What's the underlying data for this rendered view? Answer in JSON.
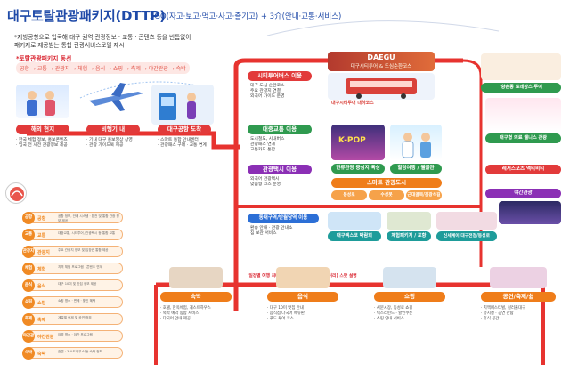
{
  "header": {
    "title": "대구토탈관광패키지(DTTP)",
    "subtitle": "5GO(자고·보고·먹고·사고·즐기고) + 3介(안내·교통·서비스)"
  },
  "intro": {
    "line1": "*지방공항으로 입국해 대구 권역 관광정보 · 교통 · 콘텐츠 등을 빈틈없이",
    "line2": "패키지로 제공받는 통합 관광서비스모델 제시",
    "route_label": "*토탈관광패키지 동선",
    "route_flow": "공항 → 교통 → 관광지 → 체험 → 음식 → 쇼핑 → 축제 → 야간관광 → 숙박"
  },
  "steps": {
    "overseas": "해외 현지",
    "airplane": "비행기 내",
    "airport": "대구공항 도착",
    "city_tour": "시티투어버스 이용",
    "public_transit": "대중교통 이용",
    "tourist_taxi": "관광택시 이용",
    "dongdaegu": "동대구역/반월당역 이용",
    "lodging": "숙박",
    "food": "음식",
    "shopping": "쇼핑",
    "performance": "공연/축제/쉼"
  },
  "center": {
    "signboard_top": "DAEGU",
    "welcome": "대구시티투어 & 도심순환코스",
    "bus_label": "대구시티투어 대하코스",
    "smart_label": "스마트 관광도시",
    "smart_items": [
      "동성로",
      "수성못",
      "근대골목/김광석길"
    ],
    "kpop": "K-POP",
    "hanryu": "한류관광 중심지 육성",
    "medical": "힐링여행 / 웰골관",
    "expo": "대구엑스코 박람회",
    "nation": "체험패키지 / 포항",
    "sinsegye": "신세계이 대구전점/동성로",
    "sns_note": "일정별 여행 최대 대구다트 SNS장 구축 (길거리) 스팟 설명"
  },
  "right": {
    "farm_tour": "'향촌동 로네상스'투어",
    "wellness": "대구형 의료 웰니스 관광",
    "leisure": "레저스포츠 액티비티",
    "night": "야간관광"
  },
  "legend": [
    {
      "code": "공항",
      "label": "공항",
      "desc": "공항 정보, 안내 시스템 · 환전 및 통합 관광 정보 제공"
    },
    {
      "code": "교통",
      "label": "교통",
      "desc": "대중교통, 시티투어, 관광택시 등 통합 교통"
    },
    {
      "code": "관광지",
      "label": "관광지",
      "desc": "주요 관광지 정보 및 입장권 통합 제공"
    },
    {
      "code": "체험",
      "label": "체험",
      "desc": "지역 체험 프로그램 · 콘텐츠 연계"
    },
    {
      "code": "음식",
      "label": "음식",
      "desc": "대구 10미 및 맛집 정보 제공"
    },
    {
      "code": "쇼핑",
      "label": "쇼핑",
      "desc": "쇼핑 명소 · 면세 · 할인 혜택"
    },
    {
      "code": "축제",
      "label": "축제",
      "desc": "계절별 축제 및 공연 정보"
    },
    {
      "code": "야간관광",
      "label": "야간관광",
      "desc": "야경 명소 · 야간 프로그램"
    },
    {
      "code": "숙박",
      "label": "숙박",
      "desc": "호텔 · 게스트하우스 등 숙박 정보"
    }
  ],
  "colors": {
    "road": "#e7332f",
    "title": "#1f4aa8",
    "legend": "#f08a24"
  }
}
